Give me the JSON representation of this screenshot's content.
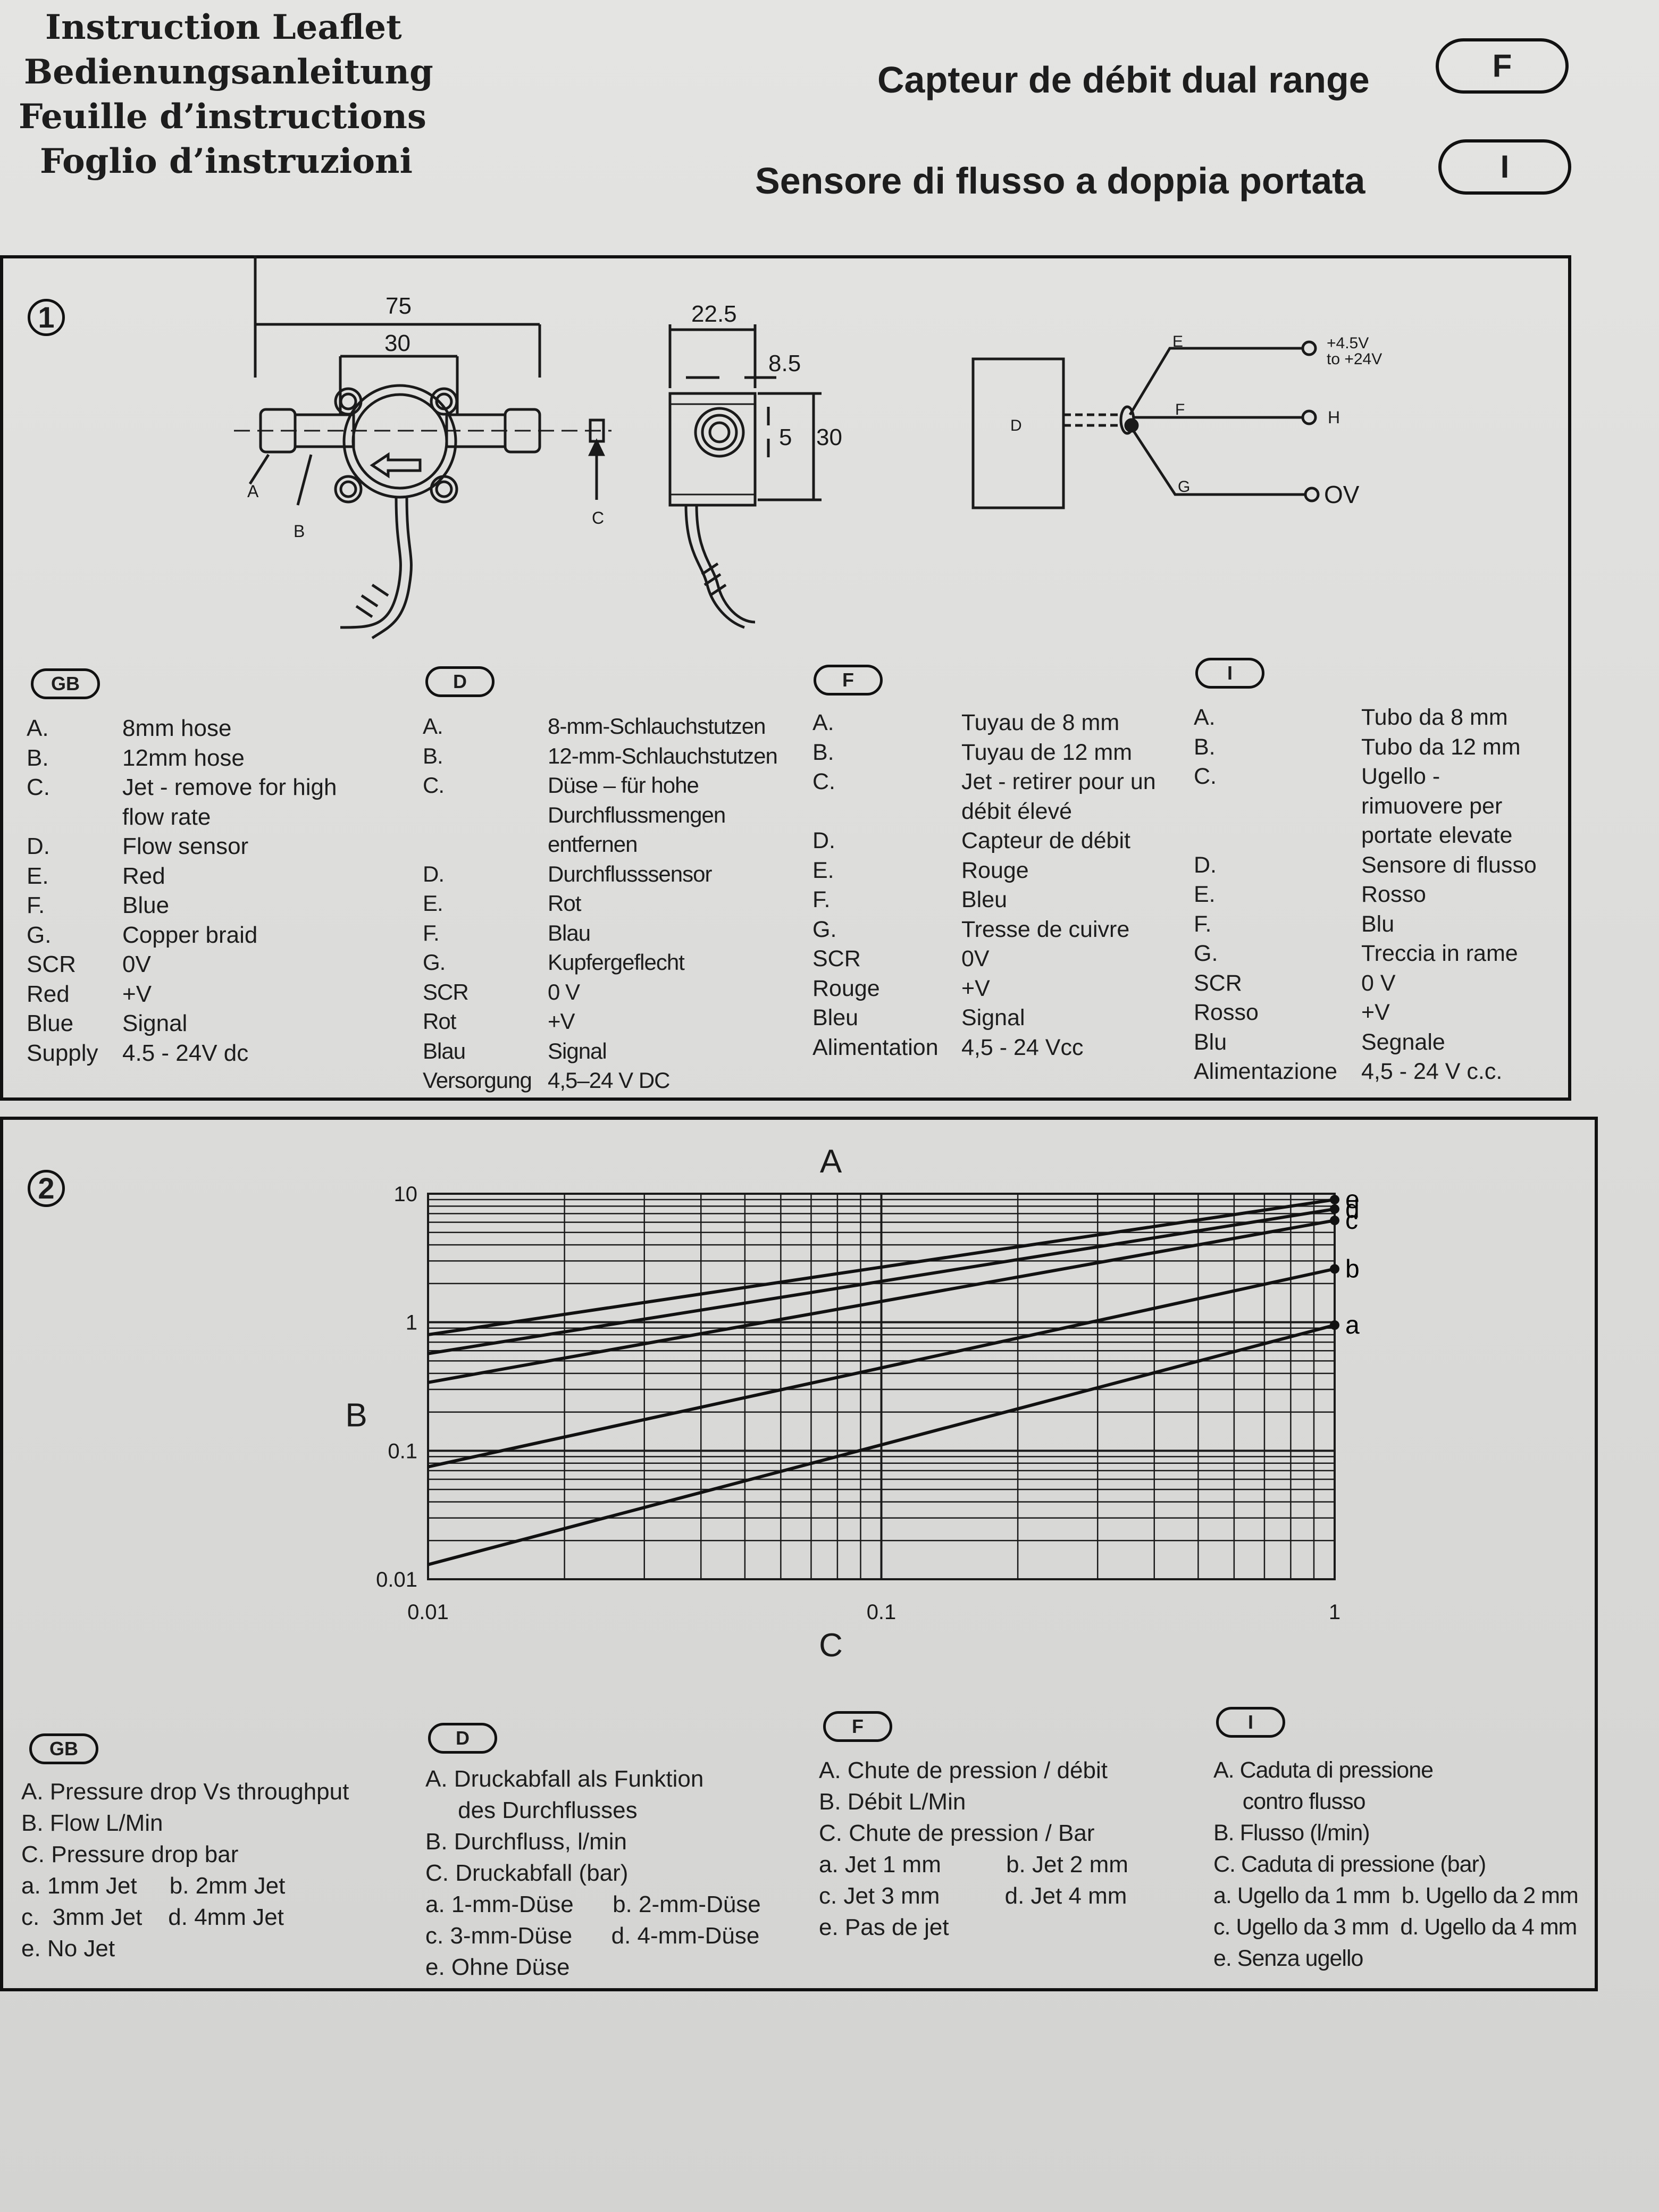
{
  "header": {
    "left_titles": [
      "Instruction Leaflet",
      "Bedienungsanleitung",
      "Feuille d’instructions",
      "Foglio d’instruzioni"
    ],
    "title_fr": "Capteur de débit dual range",
    "title_it": "Sensore di flusso a doppia portata",
    "badge_fr": "F",
    "badge_it": "I"
  },
  "section1": {
    "number": "1",
    "dims": {
      "d75": "75",
      "d30": "30",
      "d22": "22.5",
      "d8": "8.5",
      "d5": "5",
      "d30b": "30"
    },
    "part_labels": {
      "a": "A",
      "b": "B",
      "c": "C"
    },
    "wiring": {
      "box": "D",
      "e": "E",
      "f": "F",
      "g": "G",
      "e_supply_1": "+4.5V",
      "e_supply_2": "to +24V",
      "h": "H",
      "ov": "OV"
    },
    "legends": [
      {
        "badge": "GB",
        "rows": [
          [
            "A.",
            "8mm hose"
          ],
          [
            "B.",
            "12mm hose"
          ],
          [
            "C.",
            "Jet - remove for high"
          ],
          [
            "",
            "flow rate"
          ],
          [
            "D.",
            "Flow sensor"
          ],
          [
            "E.",
            "Red"
          ],
          [
            "F.",
            "Blue"
          ],
          [
            "G.",
            "Copper braid"
          ],
          [
            "SCR",
            "0V"
          ],
          [
            "Red",
            "+V"
          ],
          [
            "Blue",
            "Signal"
          ],
          [
            "Supply",
            "4.5 - 24V dc"
          ]
        ]
      },
      {
        "badge": "D",
        "rows": [
          [
            "A.",
            "8-mm-Schlauchstutzen"
          ],
          [
            "B.",
            "12-mm-Schlauchstutzen"
          ],
          [
            "C.",
            "Düse – für hohe"
          ],
          [
            "",
            "Durchflussmengen"
          ],
          [
            "",
            "entfernen"
          ],
          [
            "D.",
            "Durchflusssensor"
          ],
          [
            "E.",
            "Rot"
          ],
          [
            "F.",
            "Blau"
          ],
          [
            "G.",
            "Kupfergeflecht"
          ],
          [
            "SCR",
            "0 V"
          ],
          [
            "Rot",
            "+V"
          ],
          [
            "Blau",
            "Signal"
          ],
          [
            "Versorgung",
            "4,5–24 V DC"
          ]
        ]
      },
      {
        "badge": "F",
        "rows": [
          [
            "A.",
            "Tuyau de 8 mm"
          ],
          [
            "B.",
            "Tuyau de 12 mm"
          ],
          [
            "C.",
            "Jet - retirer pour un"
          ],
          [
            "",
            "débit élevé"
          ],
          [
            "D.",
            "Capteur de débit"
          ],
          [
            "E.",
            "Rouge"
          ],
          [
            "F.",
            "Bleu"
          ],
          [
            "G.",
            "Tresse de cuivre"
          ],
          [
            "SCR",
            "0V"
          ],
          [
            "Rouge",
            "+V"
          ],
          [
            "Bleu",
            "Signal"
          ],
          [
            "Alimentation",
            "4,5 - 24 Vcc"
          ]
        ]
      },
      {
        "badge": "I",
        "rows": [
          [
            "A.",
            "Tubo da 8 mm"
          ],
          [
            "B.",
            "Tubo da 12 mm"
          ],
          [
            "C.",
            "Ugello -"
          ],
          [
            "",
            "rimuovere per"
          ],
          [
            "",
            "portate elevate"
          ],
          [
            "D.",
            "Sensore di flusso"
          ],
          [
            "E.",
            "Rosso"
          ],
          [
            "F.",
            "Blu"
          ],
          [
            "G.",
            "Treccia in rame"
          ],
          [
            "SCR",
            "0 V"
          ],
          [
            "Rosso",
            "+V"
          ],
          [
            "Blu",
            "Segnale"
          ],
          [
            "Alimentazione",
            "4,5 - 24 V c.c."
          ]
        ]
      }
    ]
  },
  "section2": {
    "number": "2",
    "captions": [
      {
        "badge": "GB",
        "lines": [
          "A. Pressure drop Vs throughput",
          "B. Flow L/Min",
          "C. Pressure drop bar",
          "a. 1mm Jet     b. 2mm Jet",
          "c.  3mm Jet    d. 4mm Jet",
          "e. No Jet"
        ]
      },
      {
        "badge": "D",
        "lines": [
          "A. Druckabfall als Funktion",
          "     des Durchflusses",
          "B. Durchfluss, l/min",
          "C. Druckabfall (bar)",
          "a. 1-mm-Düse      b. 2-mm-Düse",
          "c. 3-mm-Düse      d. 4-mm-Düse",
          "e. Ohne Düse"
        ]
      },
      {
        "badge": "F",
        "lines": [
          "A. Chute de pression / débit",
          "B. Débit L/Min",
          "C. Chute de pression / Bar",
          "a. Jet 1 mm          b. Jet 2 mm",
          "c. Jet 3 mm          d. Jet 4 mm",
          "e. Pas de jet"
        ]
      },
      {
        "badge": "I",
        "lines": [
          "A. Caduta di pressione",
          "     contro flusso",
          "B. Flusso (l/min)",
          "C. Caduta di pressione (bar)",
          "a. Ugello da 1 mm  b. Ugello da 2 mm",
          "c. Ugello da 3 mm  d. Ugello da 4 mm",
          "e. Senza ugello"
        ]
      }
    ]
  },
  "chart_data": {
    "type": "line",
    "title": "A",
    "xlabel": "C",
    "ylabel": "B",
    "x_scale": "log",
    "y_scale": "log",
    "xlim": [
      0.01,
      1
    ],
    "ylim": [
      0.01,
      10
    ],
    "x_ticks": [
      "0.01",
      "0.1",
      "1"
    ],
    "y_ticks": [
      "0.01",
      "0.1",
      "1",
      "10"
    ],
    "grid": true,
    "series": [
      {
        "name": "a",
        "x": [
          0.01,
          1
        ],
        "y": [
          0.013,
          0.95
        ]
      },
      {
        "name": "b",
        "x": [
          0.01,
          1
        ],
        "y": [
          0.075,
          2.6
        ]
      },
      {
        "name": "c",
        "x": [
          0.01,
          1
        ],
        "y": [
          0.34,
          6.2
        ]
      },
      {
        "name": "d",
        "x": [
          0.01,
          1
        ],
        "y": [
          0.57,
          7.6
        ]
      },
      {
        "name": "e",
        "x": [
          0.01,
          1
        ],
        "y": [
          0.8,
          9.0
        ]
      }
    ]
  }
}
